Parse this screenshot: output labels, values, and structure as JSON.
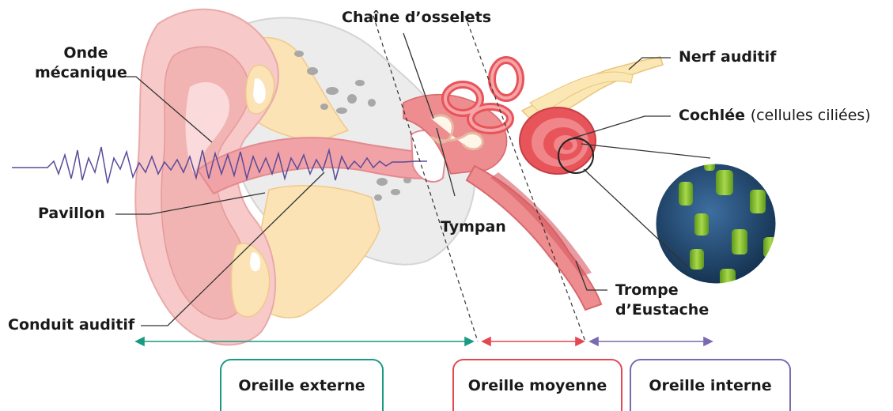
{
  "labels": {
    "onde_mecanique_line1": "Onde",
    "onde_mecanique_line2": "mécanique",
    "pavillon": "Pavillon",
    "conduit_auditif": "Conduit auditif",
    "chaine_osselets": "Chaîne d’osselets",
    "tympan": "Tympan",
    "nerf_auditif": "Nerf auditif",
    "cochlee": "Cochlée",
    "cochlee_note": "(cellules ciliées)",
    "trompe_line1": "Trompe",
    "trompe_line2": "d’Eustache"
  },
  "zones": {
    "externe": "Oreille externe",
    "moyenne": "Oreille moyenne",
    "interne": "Oreille interne"
  },
  "colors": {
    "externe": "#1a9a82",
    "moyenne": "#e34850",
    "interne": "#7a6ab0",
    "wave": "#5b4a9a",
    "skin": "#f7c9c9",
    "bone": "#e9e6e6",
    "cochlea": "#e7545a"
  }
}
